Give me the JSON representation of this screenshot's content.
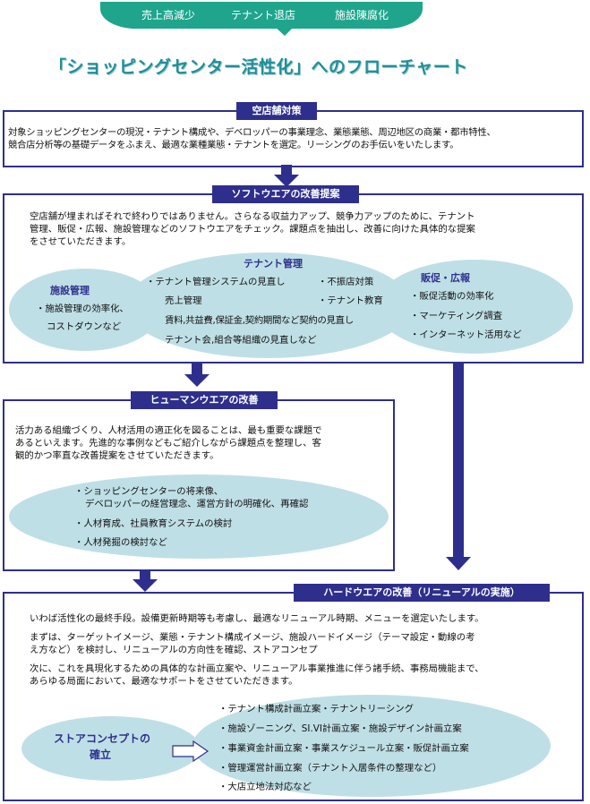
{
  "banner": {
    "items": [
      "売上高減少",
      "テナント退店",
      "施設陳腐化"
    ],
    "color": "#1ea58c"
  },
  "title": "「ショッピングセンター活性化」へのフローチャート",
  "sections": {
    "vacancy": {
      "label": "空店舗対策",
      "lines": [
        "対象ショッピングセンターの現況・テナント構成や、デベロッパーの事業理念、業態業態、周辺地区の商業・都市特性、",
        "競合店分析等の基礎データをふまえ、最適な業種業態・テナントを選定。リーシングのお手伝いをいたします。"
      ]
    },
    "software": {
      "label": "ソフトウエアの改善提案",
      "lines": [
        "空店舗が埋まればそれで終わりではありません。さらなる収益力アップ、競争力アップのために、テナント",
        "管理、販促・広報、施設管理などのソフトウエアをチェック。課題点を抽出し、改善に向けた具体的な提案",
        "をさせていただきます。"
      ],
      "groups": {
        "facility": {
          "heading": "施設管理",
          "items": [
            "・施設管理の効率化、",
            "コストダウンなど"
          ]
        },
        "tenant": {
          "heading": "テナント管理",
          "items": [
            "・テナント管理システムの見直し",
            "売上管理",
            "賃料,共益費,保証金,契約期間など契約の見直し",
            "テナント会,組合等組織の見直しなど"
          ],
          "items_right": [
            "・不振店対策",
            "・テナント教育"
          ]
        },
        "promotion": {
          "heading": "販促・広報",
          "items": [
            "・販促活動の効率化",
            "・マーケティング調査",
            "・インターネット活用など"
          ]
        }
      }
    },
    "humanware": {
      "label": "ヒューマンウエアの改善",
      "lines": [
        "活力ある組織づくり、人材活用の適正化を図ることは、最も重要な課題で",
        "あるといえます。先進的な事例などもご紹介しながら課題点を整理し、客",
        "観的かつ率直な改善提案をさせていただきます。"
      ],
      "items": [
        "・ショッピングセンターの将来像、",
        "デベロッパーの経営理念、運営方針の明確化、再確認",
        "・人材育成、社員教育システムの検討",
        "・人材発掘の検討など"
      ]
    },
    "hardware": {
      "label": "ハードウエアの改善（リニューアルの実施）",
      "lines": [
        "いわば活性化の最終手段。設備更新時期等も考慮し、最適なリニューアル時期、メニューを選定いたします。",
        "まずは、ターゲットイメージ、業態・テナント構成イメージ、施設ハードイメージ（テーマ設定・動線の考",
        "え方など）を検討し、リニューアルの方向性を確認、ストアコンセプ",
        "次に、これを具現化するための具体的な計画立案や、リニューアル事業推進に伴う諸手続、事務局機能まで、",
        "あらゆる局面において、最適なサポートをさせていただきます。"
      ],
      "concept": [
        "ストアコンセプトの",
        "確立"
      ],
      "items": [
        "・テナント構成計画立案・テナントリーシング",
        "・施設ゾーニング、SI.VI計画立案・施設デザイン計画立案",
        "・事業資金計画立案・事業スケジュール立案・販促計画立案",
        "・管理運営計画立案（テナント入居条件の整理など）",
        "・大店立地法対応など"
      ]
    }
  },
  "colors": {
    "navy": "#2e2f8c",
    "teal": "#1ea58c",
    "bubble": "#bfdfe6",
    "title": "#1f8f9a"
  }
}
